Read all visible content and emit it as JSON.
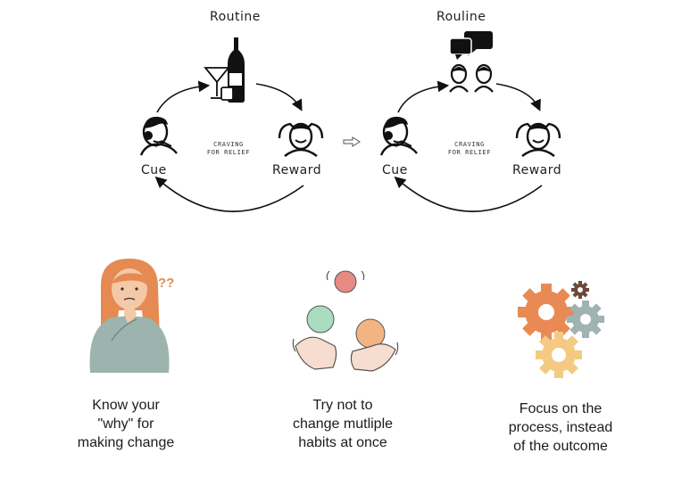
{
  "loops": [
    {
      "routine_label": "Routine",
      "cue_label": "Cue",
      "reward_label": "Reward",
      "center_lines": [
        "CRAVING",
        "FOR RELIEF"
      ],
      "routine_icon": "alcohol-bottle-glass-icon"
    },
    {
      "routine_label": "Rouline",
      "cue_label": "Cue",
      "reward_label": "Reward",
      "center_lines": [
        "CRAVING",
        "FOR RELIEF"
      ],
      "routine_icon": "two-people-talking-icon"
    }
  ],
  "transition_icon": "arrow-right-icon",
  "tips": [
    {
      "icon": "confused-woman-icon",
      "lines": [
        "Know your",
        "\"why\" for",
        "making change"
      ]
    },
    {
      "icon": "juggling-balls-icon",
      "lines": [
        "Try not to",
        "change mutliple",
        "habits at once"
      ]
    },
    {
      "icon": "gears-icon",
      "lines": [
        "Focus on the",
        "process, instead",
        "of the outcome"
      ]
    }
  ],
  "colors": {
    "skin_woman": "#f4c9a8",
    "hair": "#e58a52",
    "sweater": "#9db3ad",
    "ball_red": "#e88a84",
    "ball_green": "#a9dcc0",
    "ball_orange": "#f4b383",
    "gear_orange": "#e98a55",
    "gear_grey": "#9fb3b0",
    "gear_yellow": "#f4ca82",
    "gear_brown": "#6b4a36"
  }
}
